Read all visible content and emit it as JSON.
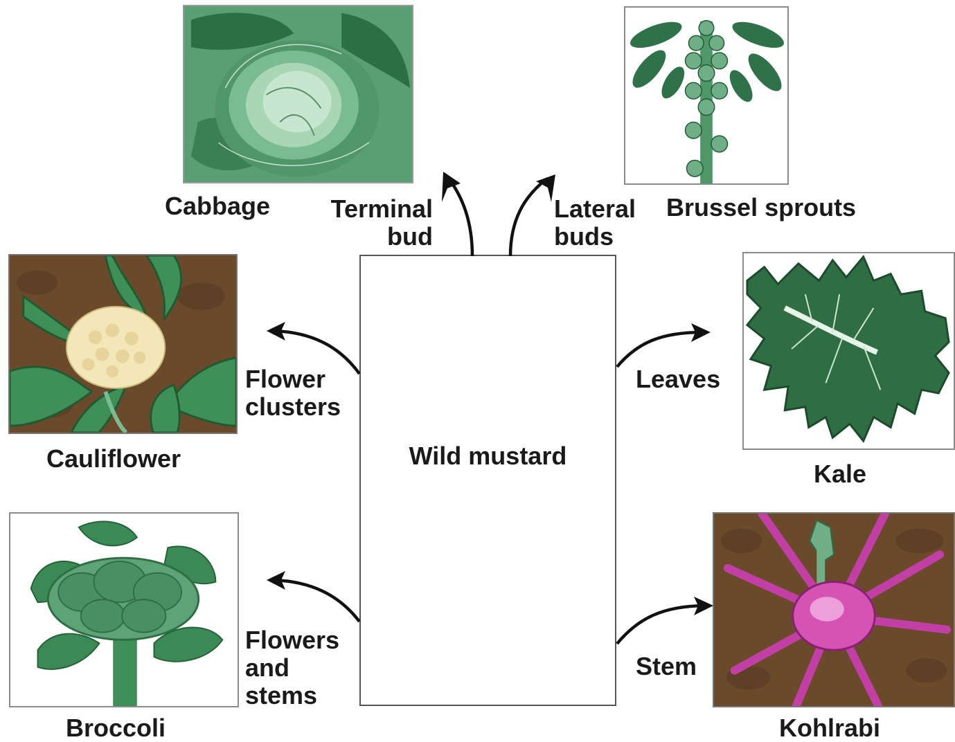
{
  "center": {
    "label": "Wild mustard"
  },
  "vegetables": {
    "cabbage": {
      "name": "Cabbage",
      "part": [
        "Terminal",
        "bud"
      ]
    },
    "brussel_sprouts": {
      "name": "Brussel sprouts",
      "part": [
        "Lateral",
        "buds"
      ]
    },
    "cauliflower": {
      "name": "Cauliflower",
      "part": [
        "Flower",
        "clusters"
      ]
    },
    "kale": {
      "name": "Kale",
      "part": [
        "Leaves"
      ]
    },
    "broccoli": {
      "name": "Broccoli",
      "part": [
        "Flowers",
        "and",
        "stems"
      ]
    },
    "kohlrabi": {
      "name": "Kohlrabi",
      "part": [
        "Stem"
      ]
    }
  },
  "colors": {
    "leaf_green": "#3f8f58",
    "dark_green": "#1f5a33",
    "pale_green": "#a9d6b4",
    "soil_brown": "#6b4a2b",
    "cauliflower_cream": "#f3e6b8",
    "kohlrabi_magenta": "#c23fa6"
  }
}
